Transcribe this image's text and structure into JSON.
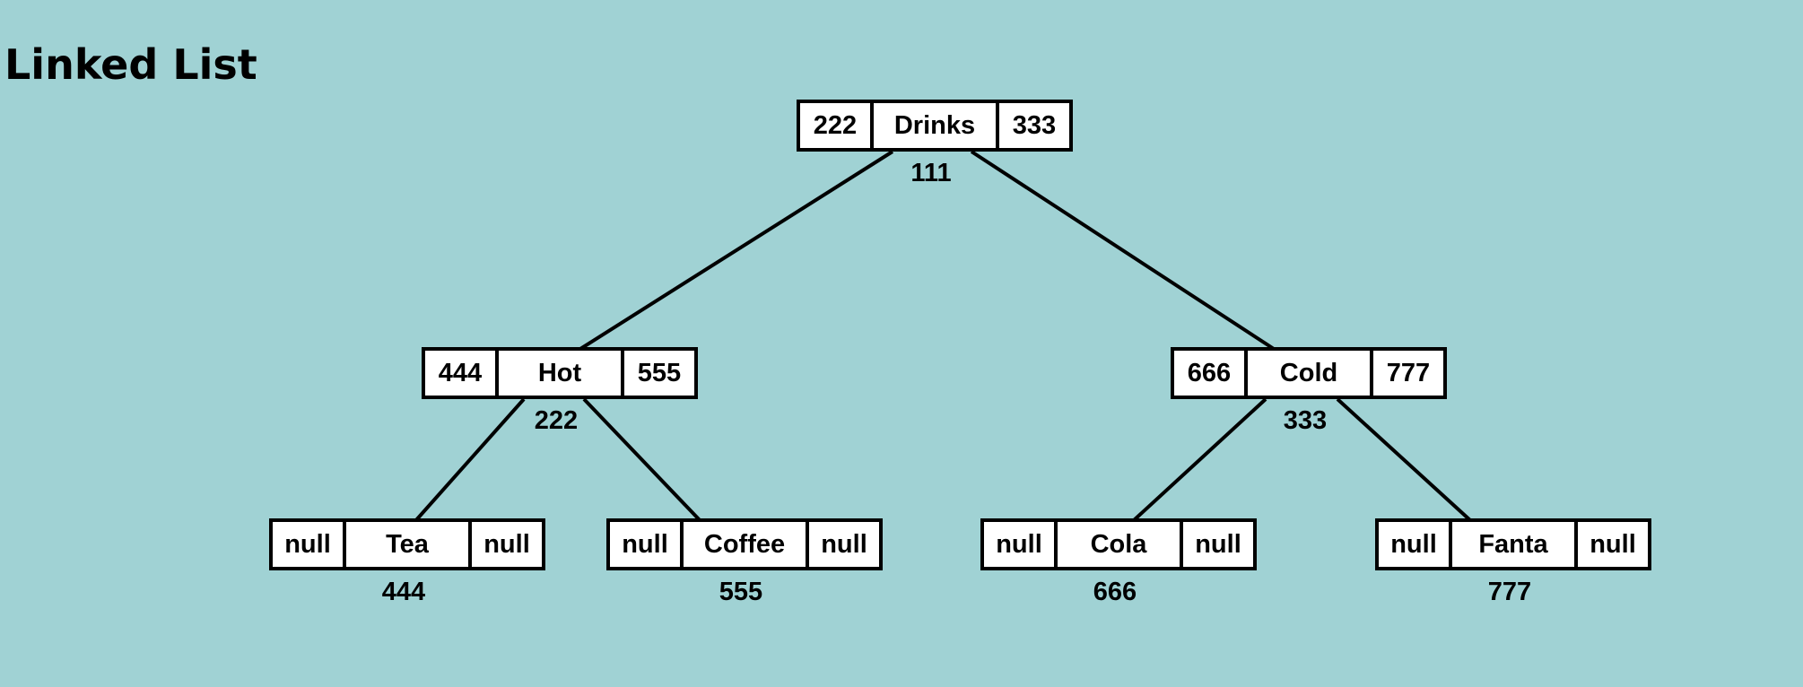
{
  "title": "Linked List",
  "colors": {
    "background": "#a0d2d4",
    "node_fill": "#ffffff",
    "stroke": "#000000"
  },
  "nodes": {
    "drinks": {
      "left": "222",
      "value": "Drinks",
      "right": "333",
      "address": "111"
    },
    "hot": {
      "left": "444",
      "value": "Hot",
      "right": "555",
      "address": "222"
    },
    "cold": {
      "left": "666",
      "value": "Cold",
      "right": "777",
      "address": "333"
    },
    "tea": {
      "left": "null",
      "value": "Tea",
      "right": "null",
      "address": "444"
    },
    "coffee": {
      "left": "null",
      "value": "Coffee",
      "right": "null",
      "address": "555"
    },
    "cola": {
      "left": "null",
      "value": "Cola",
      "right": "null",
      "address": "666"
    },
    "fanta": {
      "left": "null",
      "value": "Fanta",
      "right": "null",
      "address": "777"
    }
  }
}
